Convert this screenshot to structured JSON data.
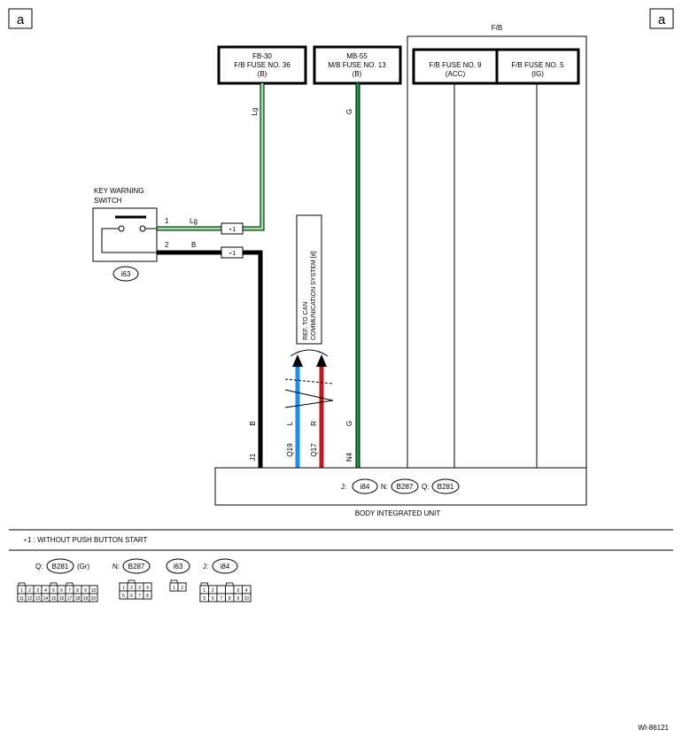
{
  "corner_label_left": "a",
  "corner_label_right": "a",
  "fb_label": "F/B",
  "fuses": {
    "fb30": {
      "code": "FB-30",
      "name": "F/B FUSE NO. 36",
      "sub": "(B)"
    },
    "mb55": {
      "code": "MB-55",
      "name": "M/B FUSE NO. 13",
      "sub": "(B)"
    },
    "fb9": {
      "name": "F/B FUSE NO. 9",
      "sub": "(ACC)"
    },
    "fb5": {
      "name": "F/B FUSE NO. 5",
      "sub": "(IG)"
    }
  },
  "key_switch": {
    "title_line1": "KEY WARNING",
    "title_line2": "SWITCH",
    "connector": "i63",
    "pin1": "1",
    "pin2": "2",
    "wire1": "Lg",
    "wire2": "B"
  },
  "wires": {
    "lg_vertical": "Lg",
    "g_vertical": "G",
    "g_lower": "G",
    "b_vertical": "B",
    "l_wire": "L",
    "r_wire": "R"
  },
  "note_marker": "⋆1",
  "can_ref": {
    "line1": "REF. TO CAN",
    "line2": "COMMUNICATION SYSTEM [d]"
  },
  "pins": {
    "j1": "J1",
    "q19": "Q19",
    "q17": "Q17",
    "n4": "N4"
  },
  "biu": {
    "prefix_j": "J:",
    "conn_j": "i84",
    "prefix_n": "N:",
    "conn_n": "B287",
    "prefix_q": "Q:",
    "conn_q": "B281",
    "label": "BODY INTEGRATED UNIT"
  },
  "legend_note": "⋆1 : WITHOUT PUSH BUTTON START",
  "connectors": {
    "q": {
      "prefix": "Q:",
      "id": "B281",
      "color": "(Gr)",
      "row1": [
        "1",
        "2",
        "3",
        "4",
        "5",
        "6",
        "7",
        "8",
        "9",
        "10"
      ],
      "row2": [
        "11",
        "12",
        "13",
        "14",
        "15",
        "16",
        "17",
        "18",
        "19",
        "20"
      ]
    },
    "n": {
      "prefix": "N:",
      "id": "B287",
      "row1": [
        "1",
        "2",
        "3",
        "4"
      ],
      "row2": [
        "5",
        "6",
        "7",
        "8"
      ]
    },
    "i63": {
      "id": "i63",
      "row1": [
        "1",
        "2"
      ]
    },
    "j": {
      "prefix": "J:",
      "id": "i84",
      "row1": [
        "1",
        "2",
        "",
        "",
        "3",
        "4"
      ],
      "row2": [
        "5",
        "6",
        "7",
        "8",
        "9",
        "10"
      ]
    }
  },
  "diagram_id": "WI-86121",
  "colors": {
    "lg": "#8ee89a",
    "g": "#1a9a3c",
    "l": "#1e8fe8",
    "r": "#c21a1a",
    "b": "#000000"
  }
}
